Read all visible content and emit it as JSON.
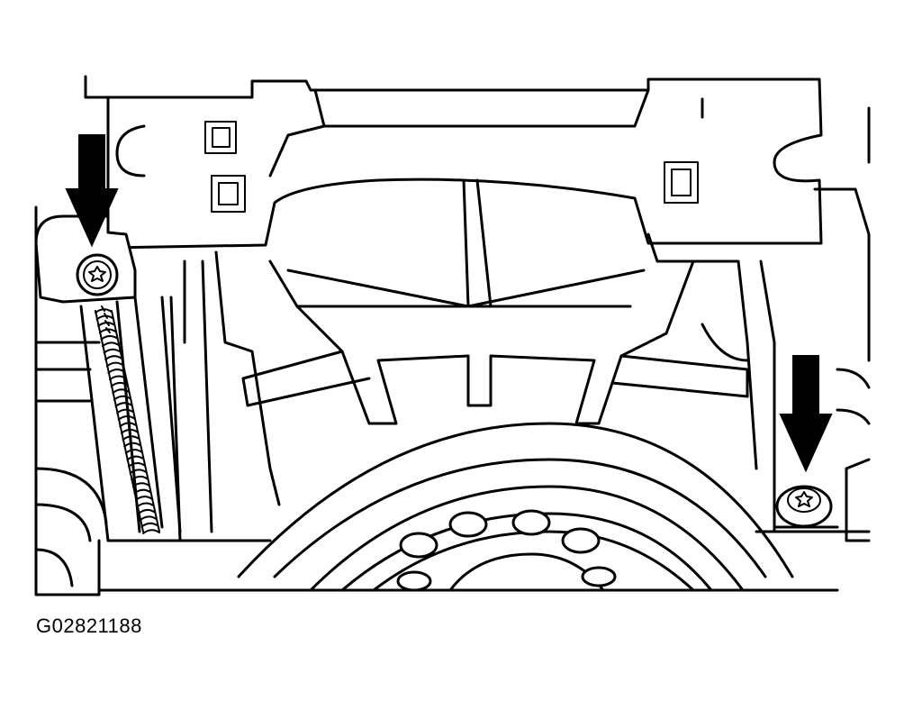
{
  "figure": {
    "code": "G02821188"
  },
  "callouts": [
    {
      "name": "bolt-left",
      "icon": "arrow-down-icon",
      "target": "torx-bolt-icon"
    },
    {
      "name": "bolt-right",
      "icon": "arrow-down-icon",
      "target": "torx-bolt-icon"
    }
  ]
}
